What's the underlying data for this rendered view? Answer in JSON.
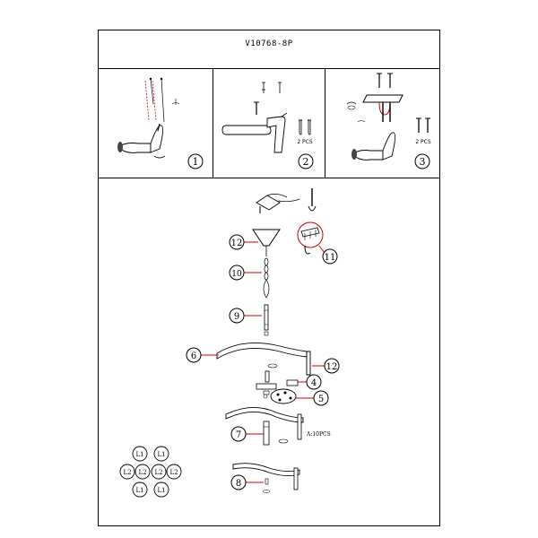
{
  "model": "V10768-8P",
  "steps": [
    {
      "number": "1"
    },
    {
      "number": "2",
      "qty_label": "2 PCS"
    },
    {
      "number": "3",
      "qty_label": "2 PCS"
    }
  ],
  "callouts": {
    "c12a": "12",
    "c11": "11",
    "c10": "10",
    "c9": "9",
    "c6": "6",
    "c12b": "12",
    "c4": "4",
    "c5": "5",
    "c7": "7",
    "c8": "8"
  },
  "arm_qty": "A:10PCS",
  "wiring": {
    "outer": [
      "L1",
      "L1",
      "L2",
      "L2",
      "L1",
      "L1"
    ],
    "inner": [
      "L2",
      "L2"
    ]
  }
}
